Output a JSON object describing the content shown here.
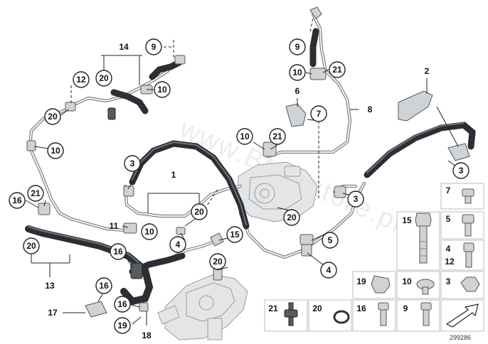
{
  "watermark": "www.BMWstore.pl",
  "diagram_id": "299286",
  "callouts": {
    "c14": "14",
    "c9a": "9",
    "c12": "12",
    "c20a": "20",
    "c10a": "10",
    "c20b": "20",
    "c10b": "10",
    "c9b": "9",
    "c10c": "10",
    "c21a": "21",
    "c6": "6",
    "c7": "7",
    "c8": "8",
    "c2": "2",
    "c3a": "3",
    "c10d": "10",
    "c21b": "21",
    "c3b": "3",
    "c1": "1",
    "c16a": "16",
    "c21c": "21",
    "c20c": "20",
    "c11": "11",
    "c10e": "10",
    "c4a": "4",
    "c20d": "20",
    "c15a": "15",
    "c3c": "3",
    "c5a": "5",
    "c4b": "4",
    "c20e": "20",
    "c13": "13",
    "c16b": "16",
    "c20f": "20",
    "c16c": "16",
    "c17": "17",
    "c16d": "16",
    "c19a": "19",
    "c18": "18"
  },
  "legend": {
    "l7": "7",
    "l15": "15",
    "l5": "5",
    "l4": "4",
    "l12": "12",
    "l19": "19",
    "l10": "10",
    "l3": "3",
    "l21": "21",
    "l20": "20",
    "l16": "16",
    "l9": "9"
  },
  "colors": {
    "hose": "#2b2f33",
    "pipe": "#6e6e6e",
    "part": "#cfd3d6",
    "text": "#111111"
  }
}
